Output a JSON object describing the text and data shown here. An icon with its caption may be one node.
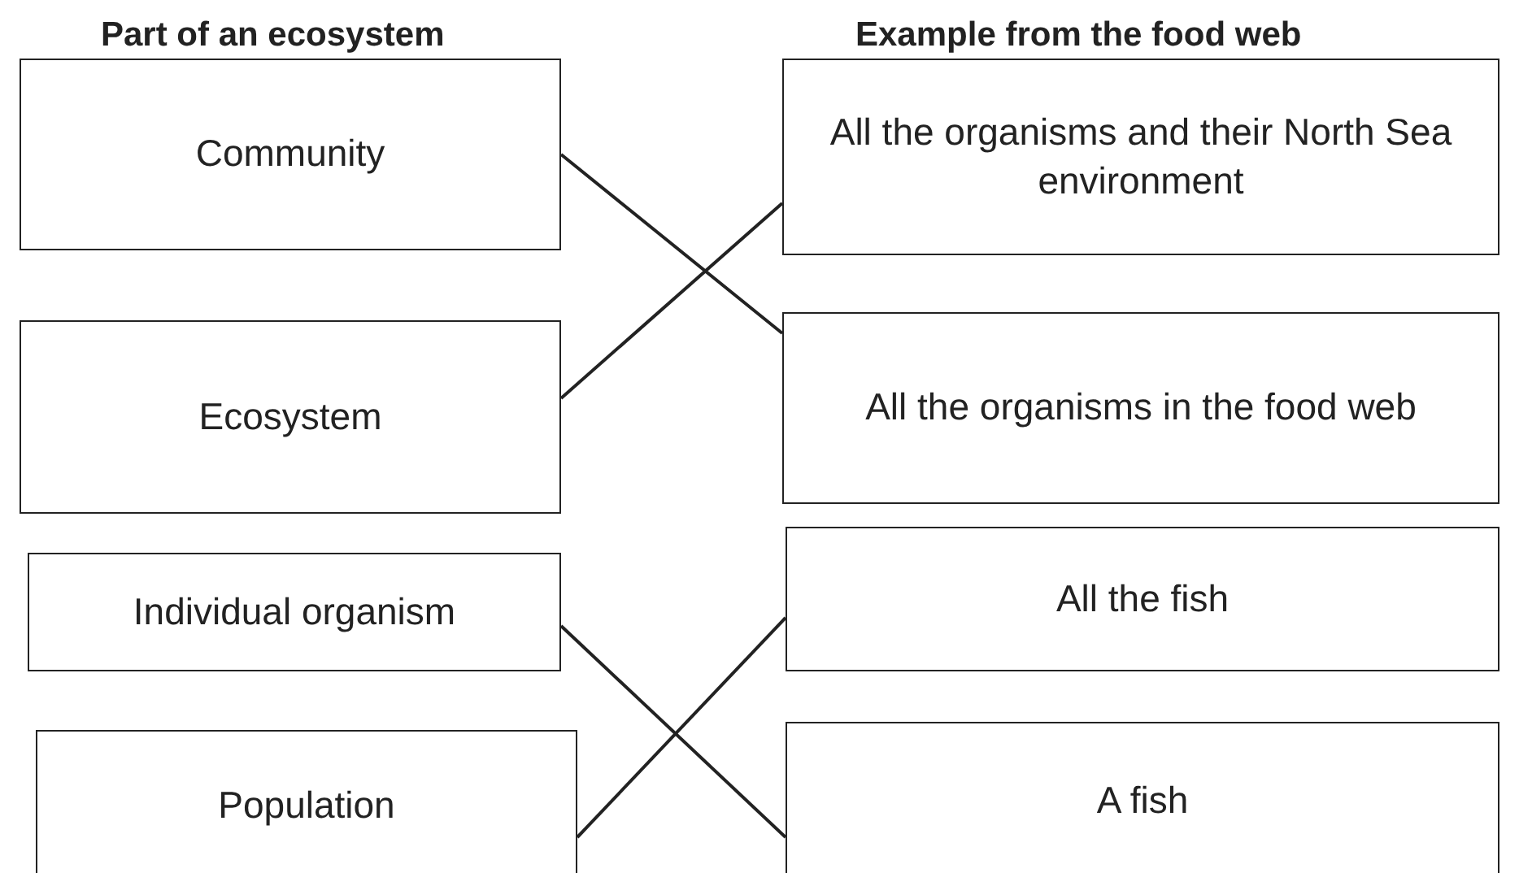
{
  "diagram": {
    "nodes": [
      {
        "text": [
          "Community"
        ]
      },
      {
        "text": [
          "Ecosystem"
        ]
      },
      {
        "text": [
          "Individual organism"
        ]
      },
      {
        "text": [
          "Population"
        ]
      },
      {
        "text": [
          "All the organisms and their North Sea environment"
        ]
      },
      {
        "text": [
          "All the organisms in the food web"
        ]
      },
      {
        "text": [
          "All the fish"
        ]
      },
      {
        "text": [
          "A fish"
        ]
      }
    ],
    "edges": [
      {
        "from": 0,
        "to": 5,
        "arrow": "none"
      },
      {
        "from": 1,
        "to": 4,
        "arrow": "none"
      },
      {
        "from": 2,
        "to": 7,
        "arrow": "none"
      },
      {
        "from": 3,
        "to": 6,
        "arrow": "none"
      }
    ],
    "labels": [
      "Part of an ecosystem",
      "Example from the food web"
    ]
  }
}
